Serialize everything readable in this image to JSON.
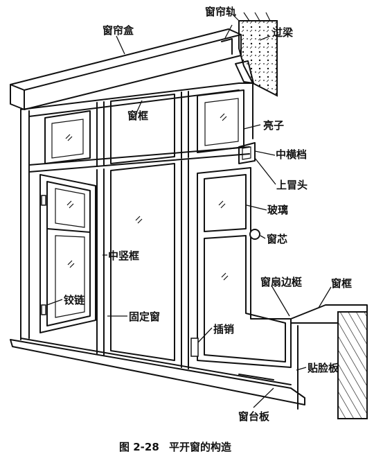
{
  "labels": {
    "curtain_rail": "窗帘轨",
    "curtain_box": "窗帘盒",
    "lintel": "过梁",
    "window_frame_top": "窗框",
    "transom_light": "亮子",
    "middle_rail": "中横档",
    "top_head": "上冒头",
    "glass": "玻璃",
    "window_core": "窗芯",
    "middle_mullion": "中竖框",
    "sash_stile": "窗扇边梃",
    "window_frame_side": "窗框",
    "hinge": "铰链",
    "fixed_window": "固定窗",
    "latch_bolt": "插销",
    "facing_board": "贴脸板",
    "window_sill": "窗台板"
  },
  "caption": {
    "number": "图 2-28",
    "title": "平开窗的构造"
  }
}
